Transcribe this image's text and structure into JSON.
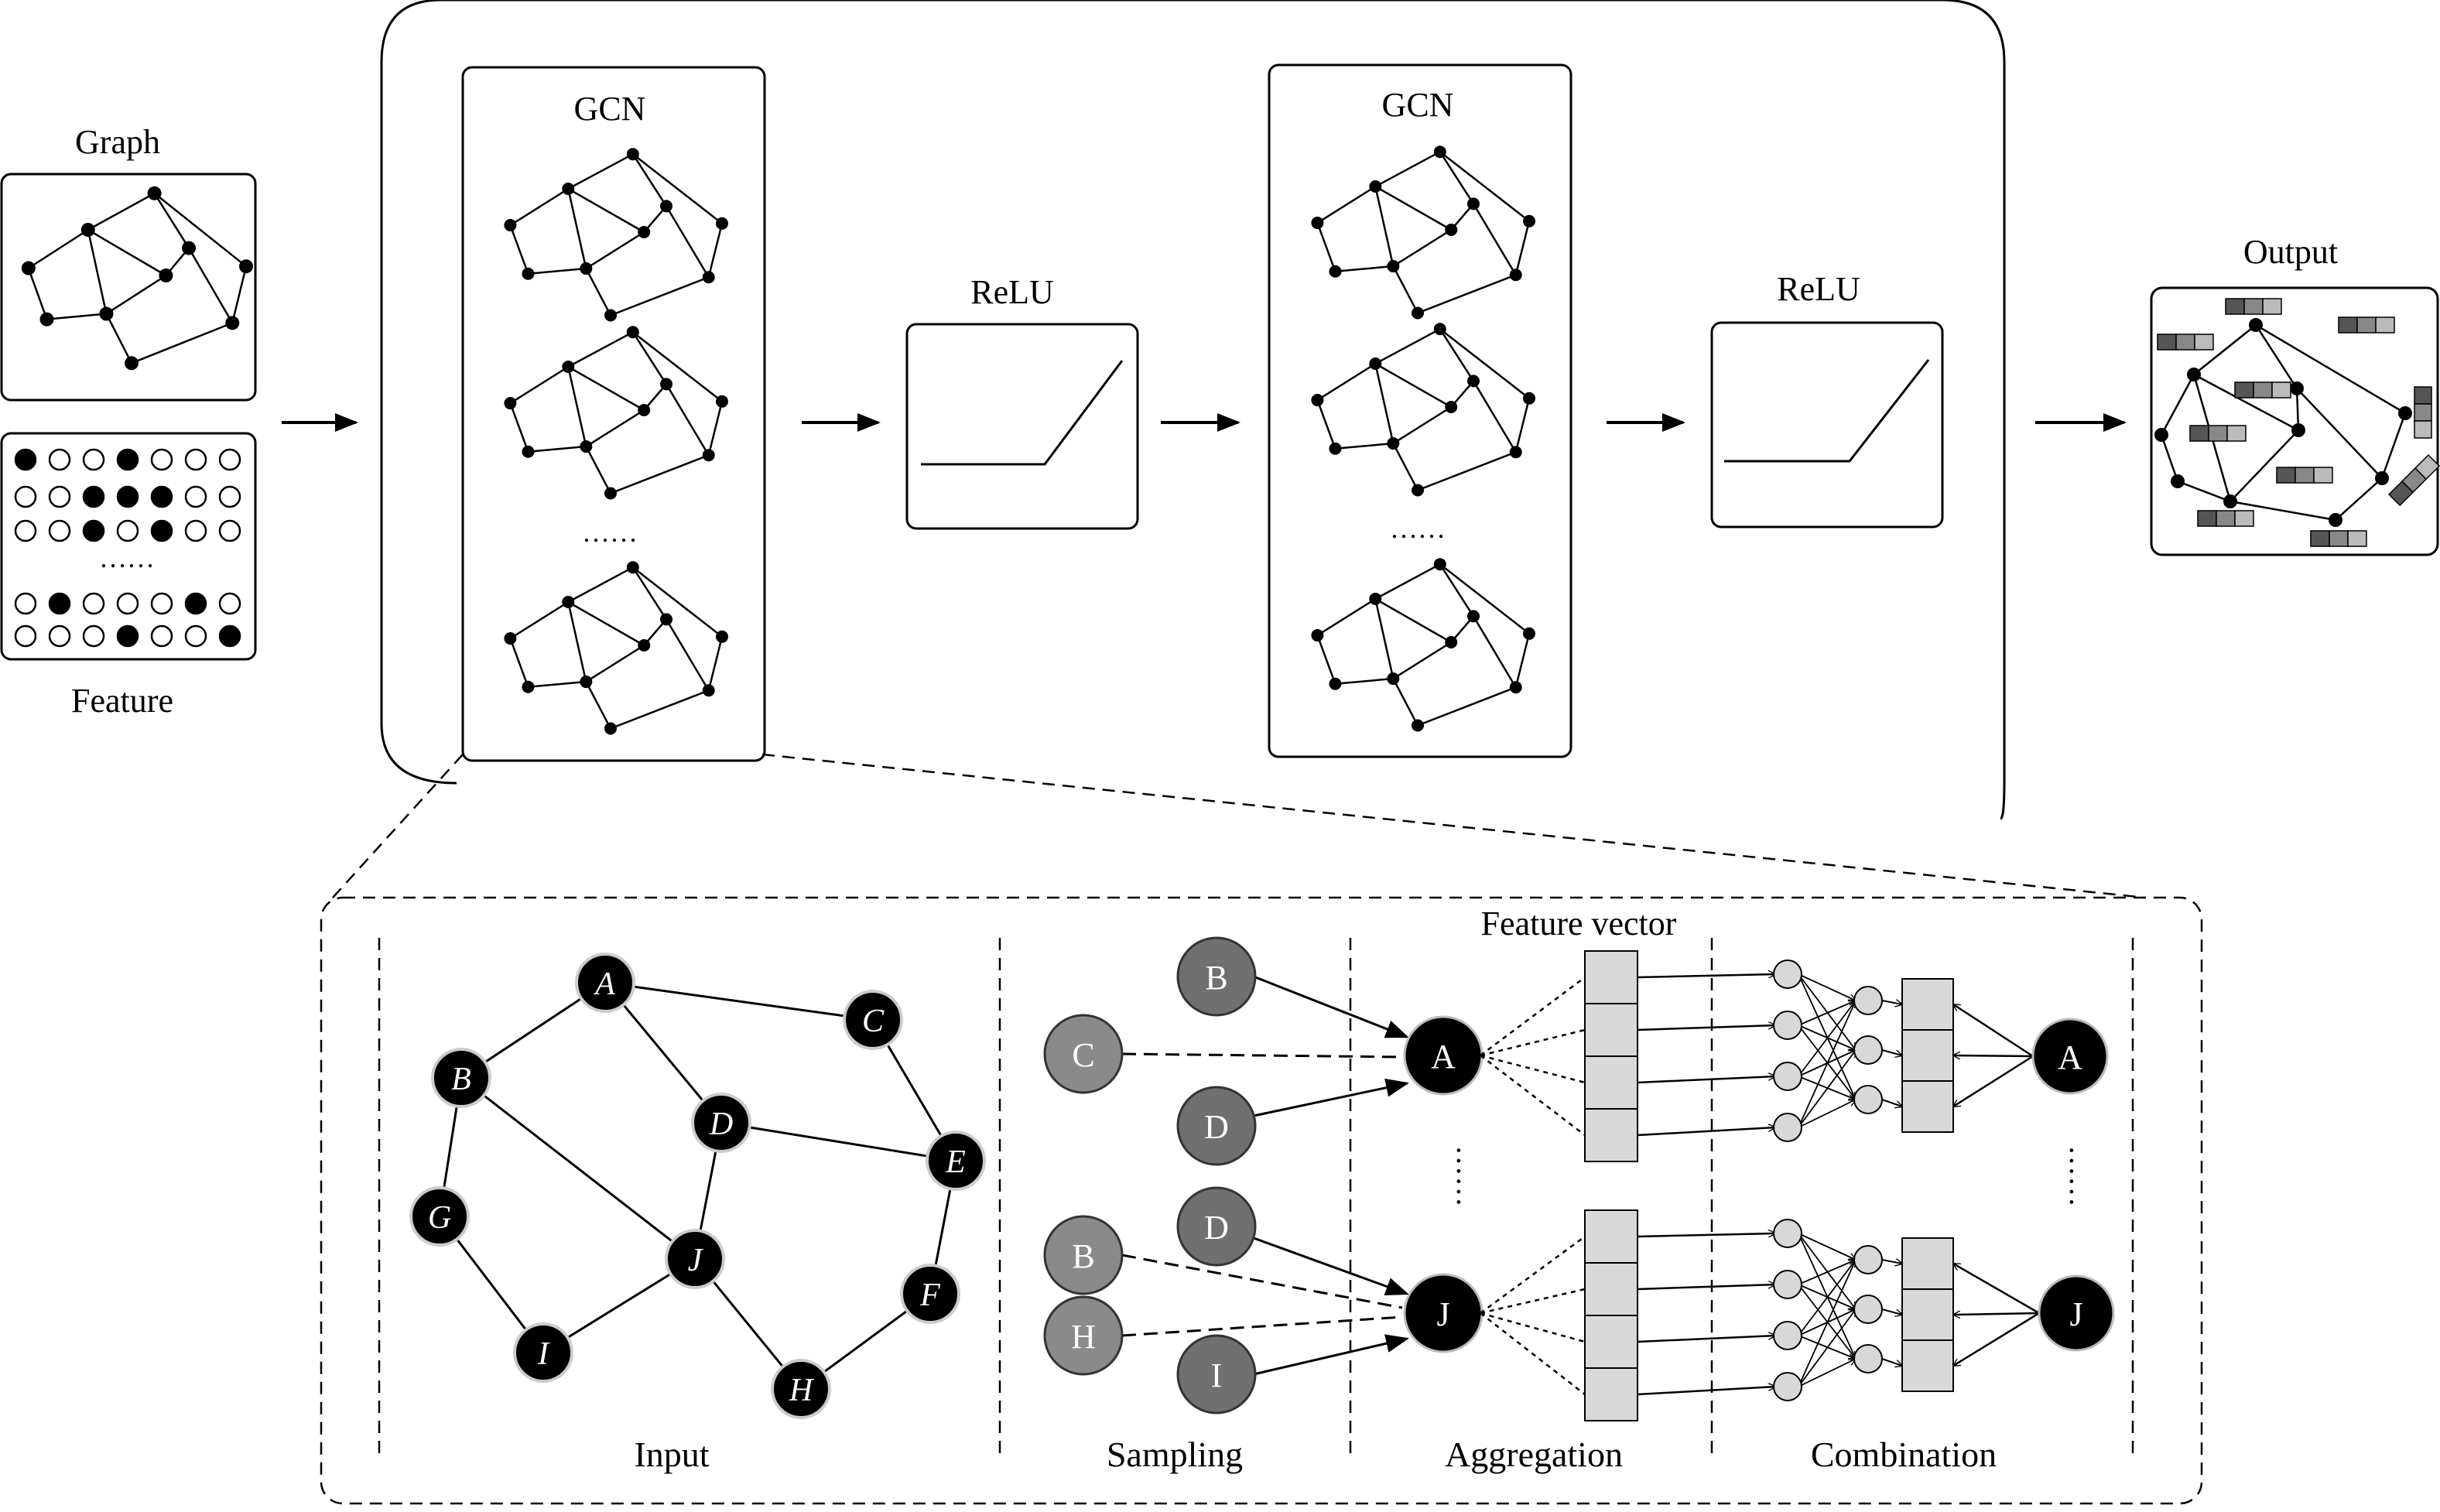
{
  "labels": {
    "graph": "Graph",
    "feature": "Feature",
    "feature_dots": "……",
    "gcn1": "GCN",
    "gcn2": "GCN",
    "gcn_dots": "……",
    "relu1": "ReLU",
    "relu2": "ReLU",
    "output": "Output",
    "feature_vector": "Feature vector",
    "input": "Input",
    "sampling": "Sampling",
    "aggregation": "Aggregation",
    "combination": "Combination"
  },
  "input_graph": {
    "nodes": [
      {
        "id": "A",
        "label": "A"
      },
      {
        "id": "B",
        "label": "B"
      },
      {
        "id": "C",
        "label": "C"
      },
      {
        "id": "D",
        "label": "D"
      },
      {
        "id": "E",
        "label": "E"
      },
      {
        "id": "F",
        "label": "F"
      },
      {
        "id": "G",
        "label": "G"
      },
      {
        "id": "H",
        "label": "H"
      },
      {
        "id": "I",
        "label": "I"
      },
      {
        "id": "J",
        "label": "J"
      }
    ],
    "edges": [
      [
        "A",
        "B"
      ],
      [
        "A",
        "C"
      ],
      [
        "A",
        "D"
      ],
      [
        "C",
        "E"
      ],
      [
        "D",
        "E"
      ],
      [
        "B",
        "J"
      ],
      [
        "D",
        "J"
      ],
      [
        "B",
        "G"
      ],
      [
        "G",
        "I"
      ],
      [
        "I",
        "J"
      ],
      [
        "J",
        "H"
      ],
      [
        "H",
        "F"
      ],
      [
        "F",
        "E"
      ]
    ]
  },
  "sampling": {
    "group_a": {
      "target": "A",
      "sampled": [
        "B",
        "D"
      ],
      "unsampled": [
        "C"
      ]
    },
    "group_j": {
      "target": "J",
      "sampled": [
        "D",
        "I"
      ],
      "unsampled": [
        "B",
        "H"
      ]
    }
  },
  "combination": {
    "targets": [
      "A",
      "J"
    ]
  },
  "feature_matrix": {
    "rows": [
      [
        1,
        0,
        0,
        1,
        0,
        0,
        0
      ],
      [
        0,
        0,
        1,
        1,
        1,
        0,
        0
      ],
      [
        0,
        0,
        1,
        0,
        1,
        0,
        0
      ],
      [
        0,
        1,
        0,
        0,
        0,
        1,
        0
      ],
      [
        0,
        0,
        0,
        1,
        0,
        0,
        1
      ]
    ]
  },
  "colors": {
    "target_node": "#000000",
    "sampled_node": "#707070",
    "unsampled_node": "#8a8a8a",
    "neuron": "#d8d8d8",
    "vector_cell": "#d9d9d9"
  }
}
